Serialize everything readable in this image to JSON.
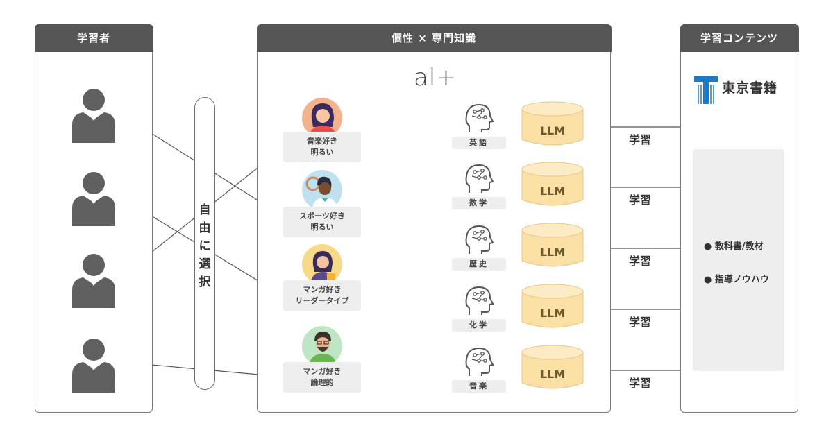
{
  "panels": {
    "learner": "学習者",
    "center": "個性 × 専門知識",
    "content": "学習コンテンツ"
  },
  "choose_label": "自由に選択",
  "logo_text": "al+",
  "ai_personas": [
    {
      "line1": "音楽好き",
      "line2": "明るい",
      "icon": "woman-red-avatar-icon"
    },
    {
      "line1": "スポーツ好き",
      "line2": "明るい",
      "icon": "man-tennis-avatar-icon"
    },
    {
      "line1": "マンガ好き",
      "line2": "リーダータイプ",
      "icon": "woman-leader-avatar-icon"
    },
    {
      "line1": "マンガ好き",
      "line2": "論理的",
      "icon": "man-glasses-avatar-icon"
    }
  ],
  "subjects": [
    "英語",
    "数学",
    "歴史",
    "化学",
    "音楽"
  ],
  "llm_label": "LLM",
  "study_label": "学習",
  "publisher": "東京書籍",
  "content_items": [
    "教科書/教材",
    "指導ノウハウ"
  ],
  "colors": {
    "header_bg": "#555555",
    "person": "#606060",
    "cylinder_fill": "#fbe0a6",
    "cylinder_top": "#fdebc6",
    "publisher_blue": "#1a7ac4"
  }
}
